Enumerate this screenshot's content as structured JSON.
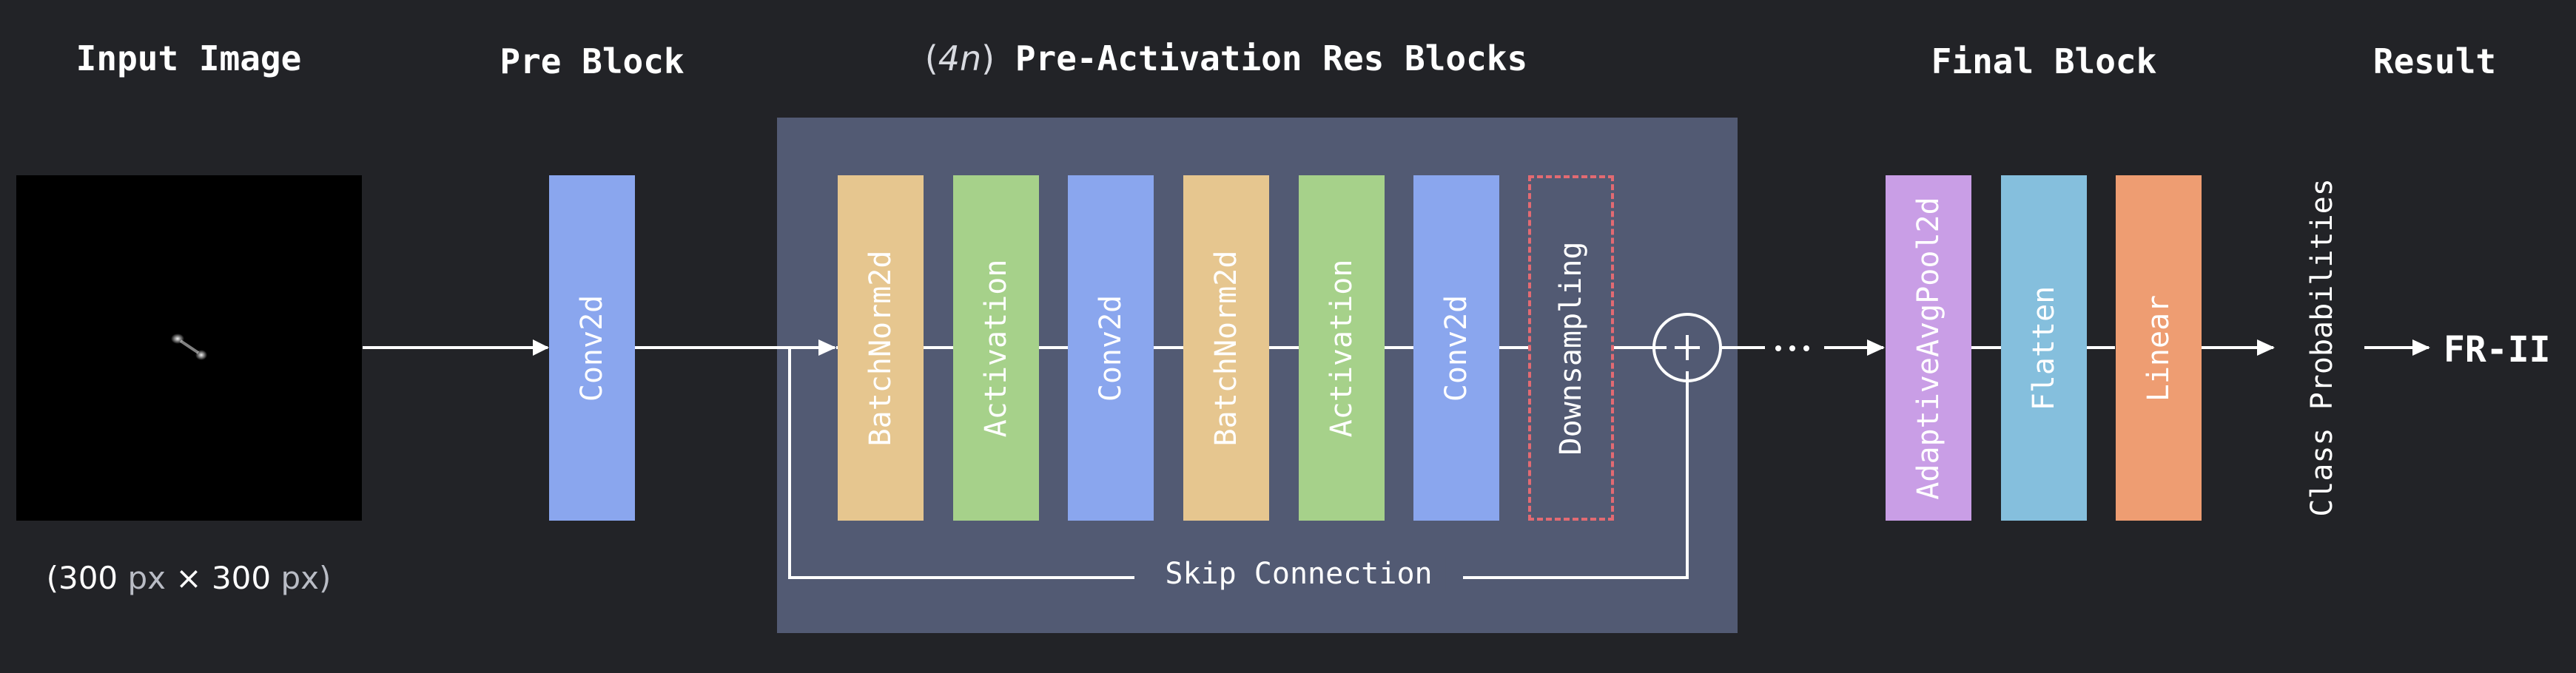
{
  "titles": {
    "input": "Input Image",
    "pre": "Pre Block",
    "res_multiplier": "4n",
    "res": "Pre-Activation Res Blocks",
    "final": "Final Block",
    "result": "Result"
  },
  "input_image": {
    "caption_open": "(300",
    "caption_unit1": "px",
    "caption_times": "×",
    "caption_num2": "300",
    "caption_unit2": "px)"
  },
  "pre_block": [
    {
      "label": "Conv2d",
      "color": "#8aa6ee"
    }
  ],
  "res_block": [
    {
      "label": "BatchNorm2d",
      "color": "#e6c68f"
    },
    {
      "label": "Activation",
      "color": "#a6d18a"
    },
    {
      "label": "Conv2d",
      "color": "#8aa6ee"
    },
    {
      "label": "BatchNorm2d",
      "color": "#e6c68f"
    },
    {
      "label": "Activation",
      "color": "#a6d18a"
    },
    {
      "label": "Conv2d",
      "color": "#8aa6ee"
    },
    {
      "label": "Downsampling",
      "color": "#e26a72",
      "style": "dashed"
    }
  ],
  "skip_connection": "Skip Connection",
  "adder_symbol": "+",
  "ellipsis": "···",
  "final_block": [
    {
      "label": "AdaptiveAvgPool2d",
      "color": "#c99ee6"
    },
    {
      "label": "Flatten",
      "color": "#85bfdd"
    },
    {
      "label": "Linear",
      "color": "#ee9d72"
    }
  ],
  "output_label": "Class Probabilities",
  "result_value": "FR-II",
  "colors": {
    "background": "#222327",
    "res_panel": "#525a73",
    "line": "#ffffff"
  }
}
